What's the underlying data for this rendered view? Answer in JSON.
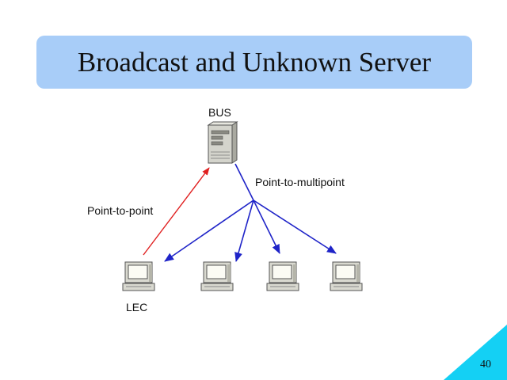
{
  "slide": {
    "title": "Broadcast and Unknown Server",
    "page_number": "40"
  },
  "diagram": {
    "nodes": {
      "server": {
        "label": "BUS",
        "icon": "server-icon"
      },
      "sender": {
        "label": "LEC",
        "icon": "computer-icon"
      },
      "receivers": [
        {
          "icon": "computer-icon"
        },
        {
          "icon": "computer-icon"
        },
        {
          "icon": "computer-icon"
        },
        {
          "icon": "computer-icon"
        }
      ]
    },
    "edges": {
      "point_to_point": {
        "label": "Point-to-point",
        "color": "#e02020"
      },
      "point_to_multipoint": {
        "label": "Point-to-multipoint",
        "color": "#1f24c8"
      }
    }
  },
  "colors": {
    "title_bg": "#a8cdf8",
    "corner": "#14d0f4"
  }
}
